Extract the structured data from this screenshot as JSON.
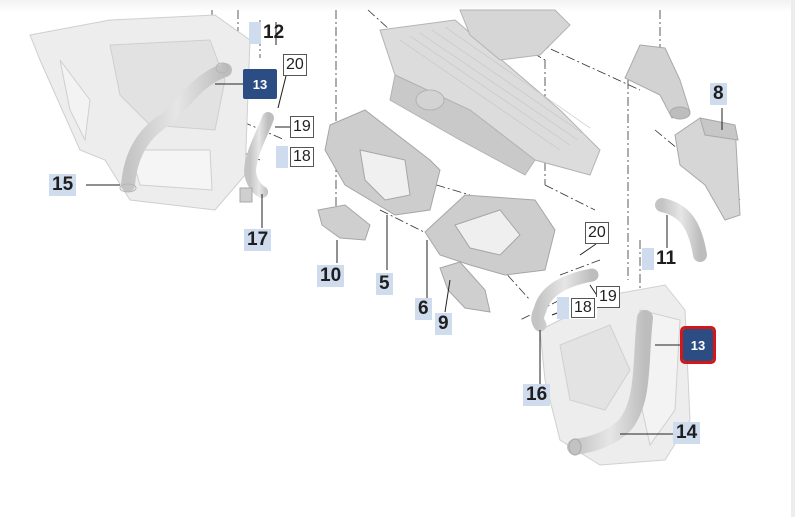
{
  "diagram": {
    "callouts": [
      {
        "id": "c12",
        "text": "12",
        "style": "tag left-chip"
      },
      {
        "id": "c20a",
        "text": "20",
        "style": "boxed"
      },
      {
        "id": "c13a",
        "text": "13",
        "style": "hot"
      },
      {
        "id": "c19a",
        "text": "19",
        "style": "boxed"
      },
      {
        "id": "c18a",
        "text": "18",
        "style": "boxed"
      },
      {
        "id": "c15",
        "text": "15",
        "style": "tag"
      },
      {
        "id": "c17",
        "text": "17",
        "style": "tag"
      },
      {
        "id": "c10",
        "text": "10",
        "style": "tag"
      },
      {
        "id": "c5",
        "text": "5",
        "style": "tag"
      },
      {
        "id": "c6",
        "text": "6",
        "style": "tag"
      },
      {
        "id": "c9",
        "text": "9",
        "style": "tag"
      },
      {
        "id": "c8",
        "text": "8",
        "style": "tag"
      },
      {
        "id": "c11",
        "text": "11",
        "style": "tag left-chip"
      },
      {
        "id": "c20b",
        "text": "20",
        "style": "boxed"
      },
      {
        "id": "c19b",
        "text": "19",
        "style": "boxed"
      },
      {
        "id": "c18b",
        "text": "18",
        "style": "boxed"
      },
      {
        "id": "c13b",
        "text": "13",
        "style": "hot selected"
      },
      {
        "id": "c16",
        "text": "16",
        "style": "tag"
      },
      {
        "id": "c14",
        "text": "14",
        "style": "tag"
      }
    ],
    "colors": {
      "part_fill": "#d9d9d9",
      "part_fill_light": "#ececec",
      "part_stroke": "#a8a8a8",
      "leader": "#222222",
      "highlight_tag": "#2c4d84",
      "selected_outline": "#d41616",
      "tag_bg": "#cfdcee"
    }
  }
}
